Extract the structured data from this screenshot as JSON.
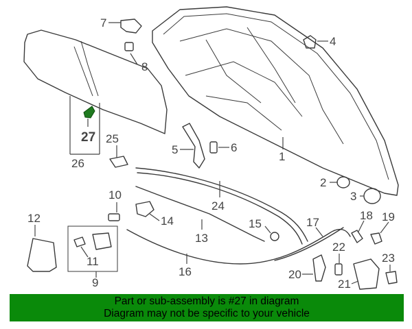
{
  "diagram": {
    "callouts": [
      {
        "id": "c1",
        "text": "1"
      },
      {
        "id": "c2",
        "text": "2"
      },
      {
        "id": "c3",
        "text": "3"
      },
      {
        "id": "c4",
        "text": "4"
      },
      {
        "id": "c5",
        "text": "5"
      },
      {
        "id": "c6",
        "text": "6"
      },
      {
        "id": "c7",
        "text": "7"
      },
      {
        "id": "c8",
        "text": "8"
      },
      {
        "id": "c9",
        "text": "9"
      },
      {
        "id": "c10",
        "text": "10"
      },
      {
        "id": "c11",
        "text": "11"
      },
      {
        "id": "c12",
        "text": "12"
      },
      {
        "id": "c13",
        "text": "13"
      },
      {
        "id": "c14",
        "text": "14"
      },
      {
        "id": "c15",
        "text": "15"
      },
      {
        "id": "c16",
        "text": "16"
      },
      {
        "id": "c17",
        "text": "17"
      },
      {
        "id": "c18",
        "text": "18"
      },
      {
        "id": "c19",
        "text": "19"
      },
      {
        "id": "c20",
        "text": "20"
      },
      {
        "id": "c21",
        "text": "21"
      },
      {
        "id": "c22",
        "text": "22"
      },
      {
        "id": "c23",
        "text": "23"
      },
      {
        "id": "c24",
        "text": "24"
      },
      {
        "id": "c25",
        "text": "25"
      },
      {
        "id": "c26",
        "text": "26"
      },
      {
        "id": "c27",
        "text": "27"
      }
    ],
    "highlight_part": "27",
    "highlight_color": "#1f7a1f"
  },
  "banner": {
    "line1": "Part or sub-assembly is #27 in diagram",
    "line2": "Diagram may not be specific to your vehicle",
    "background": "#0a8a0a"
  }
}
